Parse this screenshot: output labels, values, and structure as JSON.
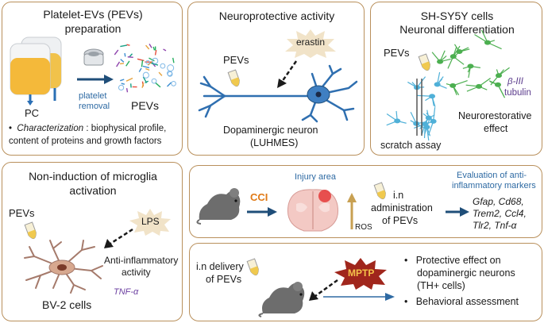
{
  "panels": {
    "pevs_prep": {
      "title_line1": "Platelet-EVs (PEVs)",
      "title_line2": "preparation",
      "pc_label": "PC",
      "arrow_label_1": "platelet",
      "arrow_label_2": "removal",
      "pevs_label": "PEVs",
      "bullet_italic": "Characterization",
      "bullet_rest": " : biophysical profile,",
      "bullet_line2": "content of proteins and growth factors"
    },
    "neuroprotective": {
      "title": "Neuroprotective activity",
      "erastin": "erastin",
      "pevs": "PEVs",
      "neuron_label_1": "Dopaminergic neuron",
      "neuron_label_2": "(LUHMES)"
    },
    "shsy5y": {
      "title_line1": "SH-SY5Y cells",
      "title_line2": "Neuronal differentiation",
      "pevs": "PEVs",
      "beta_1": "β-III",
      "beta_2": "tubulin",
      "effect_1": "Neurorestorative",
      "effect_2": "effect",
      "scratch": "scratch assay"
    },
    "microglia": {
      "title_line1": "Non-induction of microglia",
      "title_line2": "activation",
      "pevs": "PEVs",
      "lps": "LPS",
      "anti_1": "Anti-inflammatory",
      "anti_2": "activity",
      "tnf": "TNF-α",
      "cells": "BV-2 cells"
    },
    "cci": {
      "injury": "Injury area",
      "cci": "CCI",
      "ros": "ROS",
      "admin_1": "i.n",
      "admin_2": "administration",
      "admin_3": "of PEVs",
      "eval_1": "Evaluation of anti-",
      "eval_2": "inflammatory markers",
      "markers_1": "Gfap, Cd68,",
      "markers_2": "Trem2, Ccl4,",
      "markers_3": "Tlr2, Tnf-α"
    },
    "mptp": {
      "delivery_1": "i.n delivery",
      "delivery_2": "of PEVs",
      "mptp": "MPTP",
      "bullet1_1": "Protective effect on",
      "bullet1_2": "dopaminergic neurons",
      "bullet1_3": "(TH+ cells)",
      "bullet2": "Behavioral assessment"
    }
  },
  "colors": {
    "panel_border": "#b9905c",
    "neuron_blue": "#2f6fb0",
    "erastin_star": "#f1e3c8",
    "mptp_star": "#a0261c",
    "mptp_text": "#f5c24a",
    "accent_arrow": "#1f4e79",
    "link_blue": "#2e6aa3",
    "cci_orange": "#e07a16",
    "ros_arrow": "#c8a052",
    "tubulin_purple": "#5b3b8c",
    "tnf_purple": "#6b3fa0",
    "mouse_gray": "#6d6d6d"
  },
  "icons": [
    "blood-bag-icon",
    "centrifuge-icon",
    "vesicles-icon",
    "pipette-icon",
    "neuron-icon",
    "mouse-icon",
    "brain-section-icon",
    "microglia-icon"
  ]
}
